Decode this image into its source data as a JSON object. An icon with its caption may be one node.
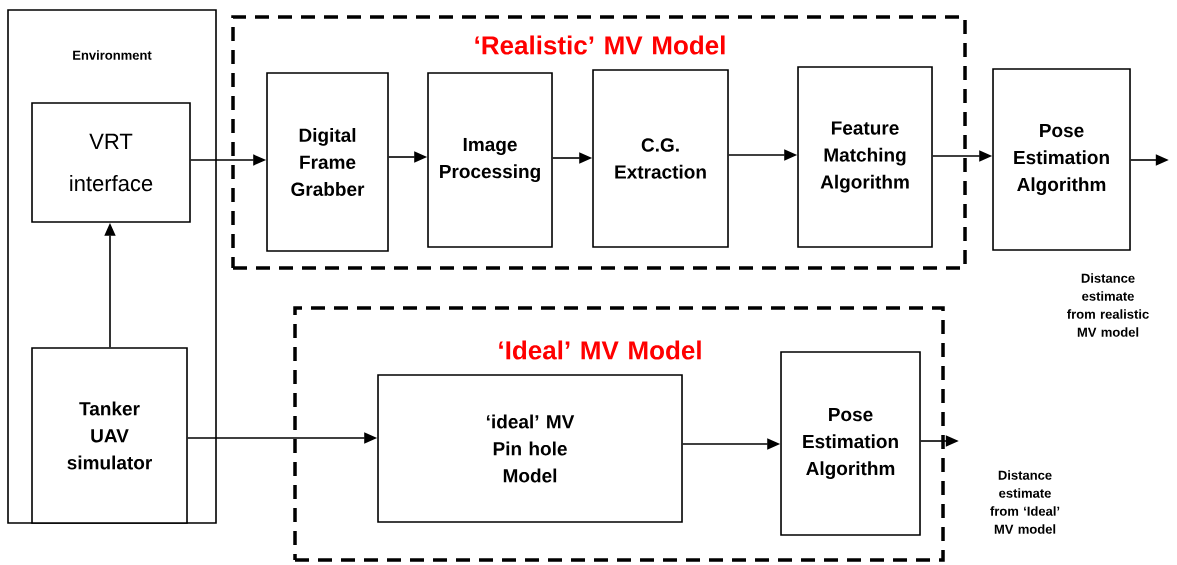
{
  "diagram": {
    "nodes": [
      {
        "text": [
          "Environment"
        ]
      },
      {
        "text": [
          "VRT interface"
        ],
        "in": 0
      },
      {
        "text": [
          "Tanker UAV simulator"
        ],
        "in": 0
      },
      {
        "text": [
          "‘Realistic’ MV Model"
        ]
      },
      {
        "text": [
          "Digital Frame Grabber"
        ],
        "in": 3
      },
      {
        "text": [
          "Image Processing"
        ],
        "in": 3
      },
      {
        "text": [
          "C.G. Extraction"
        ],
        "in": 3
      },
      {
        "text": [
          "Feature Matching Algorithm"
        ],
        "in": 3
      },
      {
        "text": [
          "Pose Estimation Algorithm"
        ]
      },
      {
        "text": [
          "‘Ideal’ MV Model"
        ]
      },
      {
        "text": [
          "‘ideal’ MV Pin hole Model"
        ],
        "in": 9
      },
      {
        "text": [
          "Pose Estimation Algorithm"
        ],
        "in": 9
      }
    ],
    "labels": [
      "Distance estimate from realistic MV model",
      "Distance estimate from ‘Ideal’ MV model"
    ],
    "edges": [
      {
        "from": 1,
        "to": 4,
        "arrow": "to"
      },
      {
        "from": 4,
        "to": 5,
        "arrow": "to"
      },
      {
        "from": 5,
        "to": 6,
        "arrow": "to"
      },
      {
        "from": 6,
        "to": 7,
        "arrow": "to"
      },
      {
        "from": 7,
        "to": 8,
        "arrow": "to"
      },
      {
        "from": 8,
        "to": null,
        "arrow": "to"
      },
      {
        "from": 2,
        "to": 1,
        "arrow": "to"
      },
      {
        "from": 2,
        "to": 10,
        "arrow": "to"
      },
      {
        "from": 10,
        "to": 11,
        "arrow": "to"
      },
      {
        "from": 11,
        "to": null,
        "arrow": "to"
      }
    ]
  }
}
